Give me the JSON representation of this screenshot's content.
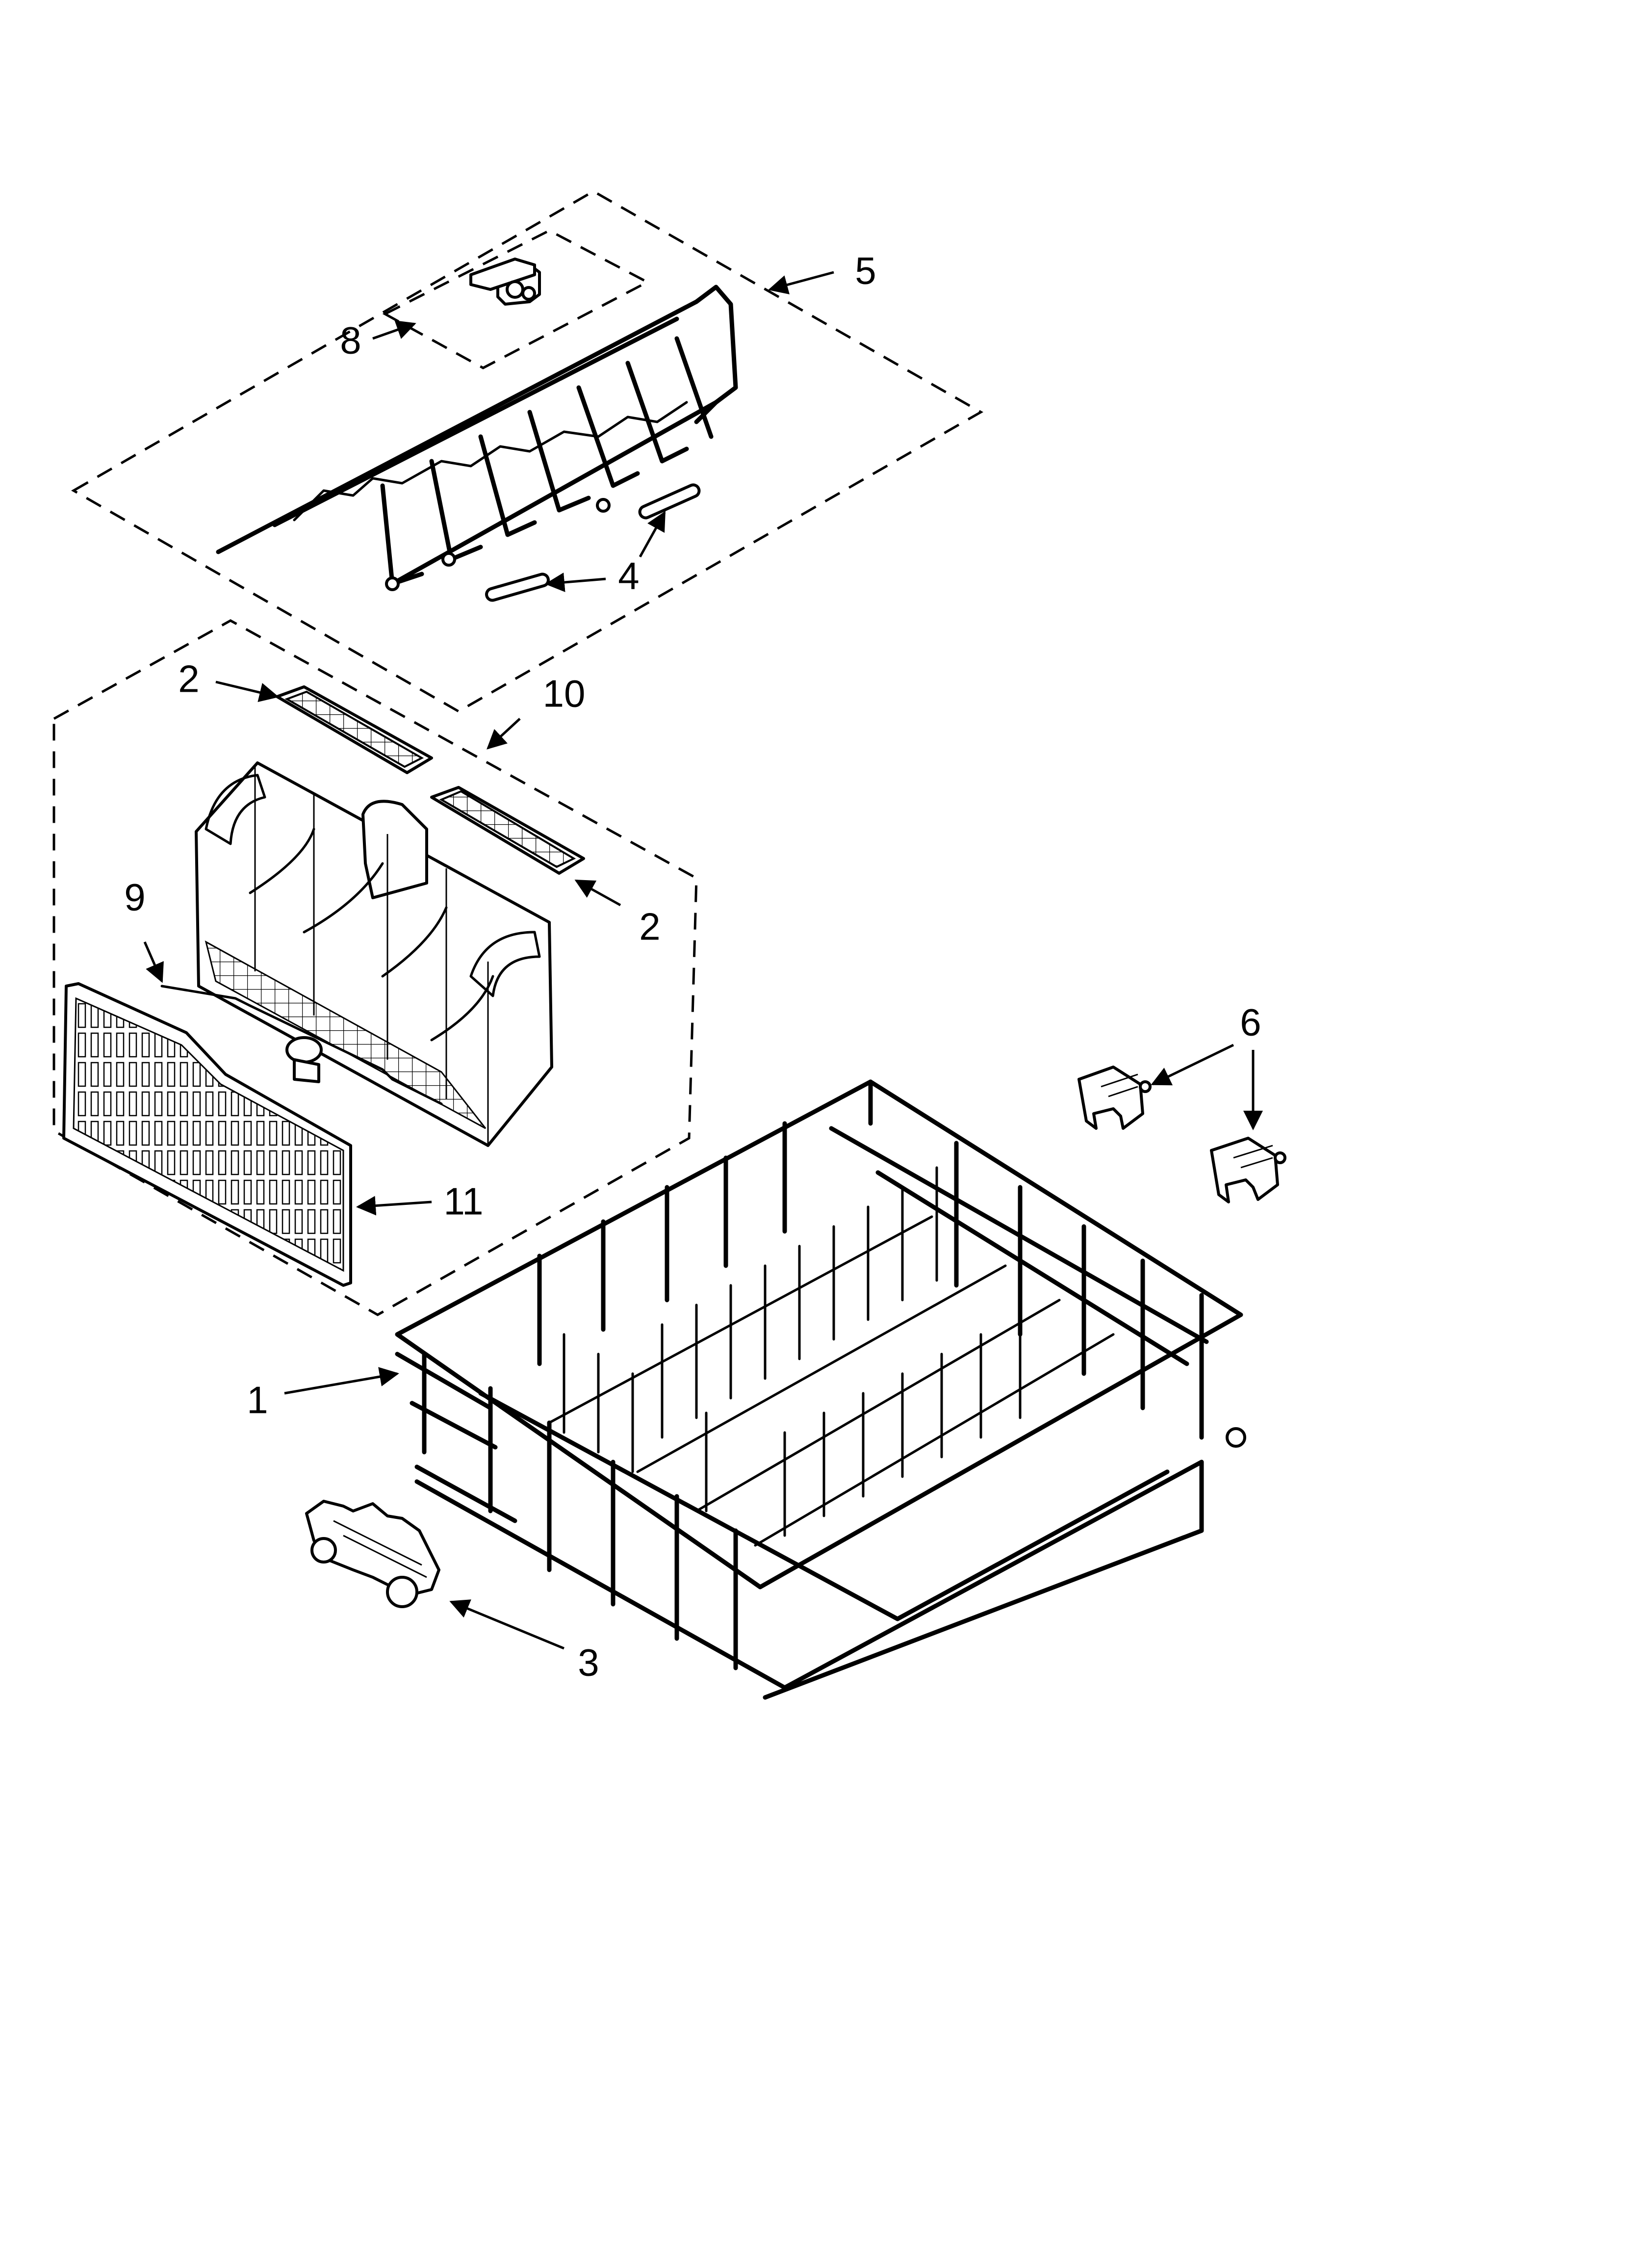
{
  "diagram": {
    "callouts": [
      {
        "id": "c5",
        "label": "5"
      },
      {
        "id": "c8",
        "label": "8"
      },
      {
        "id": "c4",
        "label": "4"
      },
      {
        "id": "c2a",
        "label": "2"
      },
      {
        "id": "c10",
        "label": "10"
      },
      {
        "id": "c2b",
        "label": "2"
      },
      {
        "id": "c9",
        "label": "9"
      },
      {
        "id": "c11",
        "label": "11"
      },
      {
        "id": "c6",
        "label": "6"
      },
      {
        "id": "c1",
        "label": "1"
      },
      {
        "id": "c3",
        "label": "3"
      }
    ]
  }
}
